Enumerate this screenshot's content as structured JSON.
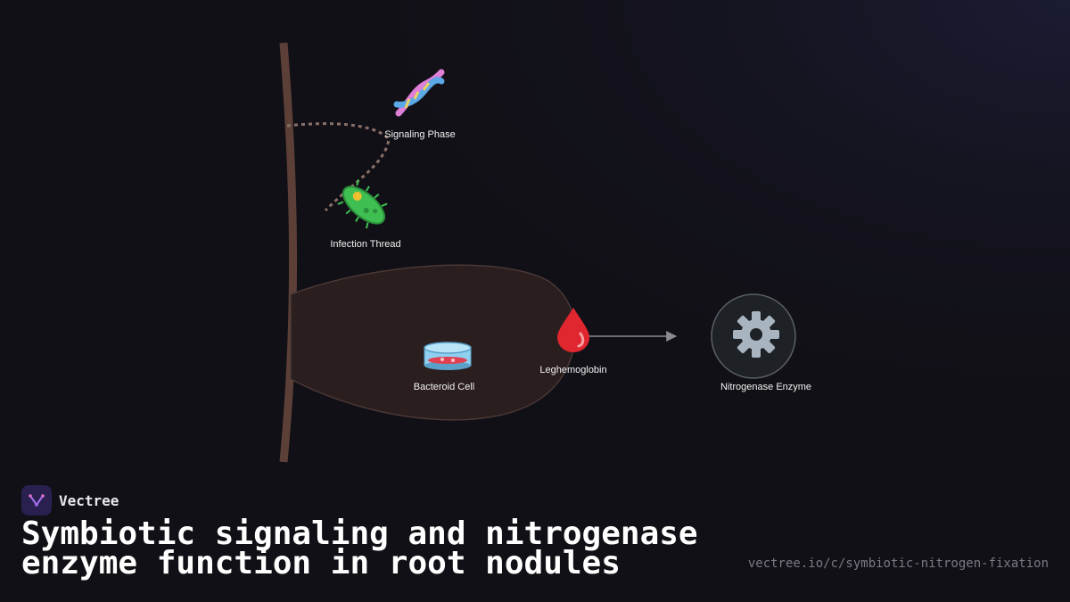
{
  "diagram": {
    "nodes": [
      {
        "id": "signaling",
        "label": "Signaling Phase",
        "icon": "dna-icon"
      },
      {
        "id": "infection",
        "label": "Infection Thread",
        "icon": "microbe-icon"
      },
      {
        "id": "bacteroid",
        "label": "Bacteroid Cell",
        "icon": "petri-dish-icon"
      },
      {
        "id": "leghemoglobin",
        "label": "Leghemoglobin",
        "icon": "blood-drop-icon"
      },
      {
        "id": "nitrogenase",
        "label": "Nitrogenase Enzyme",
        "icon": "gear-icon"
      }
    ],
    "edges": [
      {
        "from": "leghemoglobin",
        "to": "nitrogenase",
        "style": "arrow"
      }
    ],
    "colors": {
      "background": "#111016",
      "root_wall": "#5c4038",
      "nodule_fill": "#2a1e1e",
      "dashed_path": "#8a7068",
      "arrow": "#8a8a90",
      "enzyme_circle": "#1e2226"
    }
  },
  "brand": {
    "name": "Vectree"
  },
  "title": "Symbiotic signaling and nitrogenase enzyme function in root nodules",
  "url": "vectree.io/c/symbiotic-nitrogen-fixation"
}
